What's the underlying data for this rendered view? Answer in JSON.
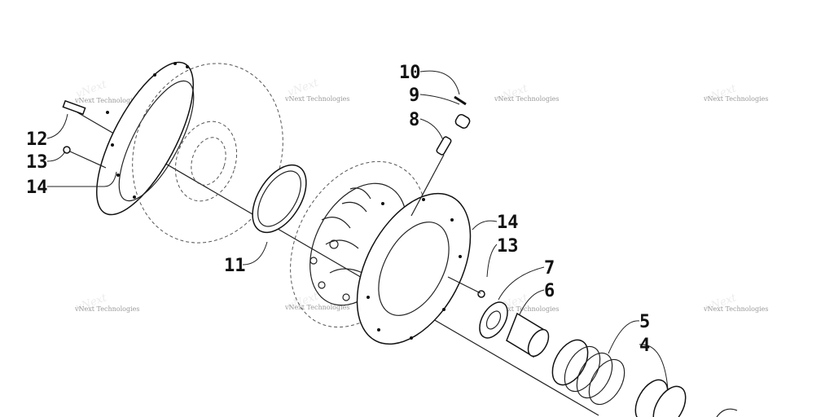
{
  "watermark": "vNext Technologies",
  "callouts": {
    "c12": "12",
    "c13a": "13",
    "c14a": "14",
    "c11": "11",
    "c10": "10",
    "c9": "9",
    "c8": "8",
    "c14b": "14",
    "c13b": "13",
    "c7": "7",
    "c6": "6",
    "c5": "5",
    "c4": "4"
  },
  "colors": {
    "line": "#111111",
    "watermark": "#9a9a9a"
  }
}
